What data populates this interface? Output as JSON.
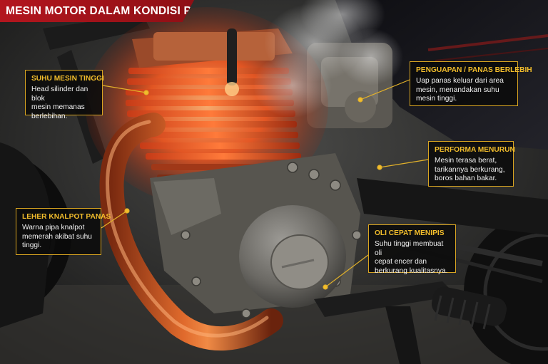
{
  "title": "MESIN MOTOR DALAM KONDISI PANAS",
  "colors": {
    "banner_red": "#b3161e",
    "callout_border": "#d9a521",
    "callout_heading": "#f2bd2c",
    "callout_text": "#f1f1f1",
    "engine_glow": "#ff5a1f"
  },
  "callouts": [
    {
      "heading": "SUHU MESIN TINGGI",
      "lines": [
        "Head silinder dan blok",
        "mesin memanas",
        "berlebihan."
      ]
    },
    {
      "heading": "PENGUAPAN / PANAS BERLEBIH",
      "lines": [
        "Uap panas keluar dari area",
        "mesin, menandakan suhu",
        "mesin tinggi."
      ]
    },
    {
      "heading": "PERFORMA MENURUN",
      "lines": [
        "Mesin terasa berat,",
        "tarikannya berkurang,",
        "boros bahan bakar."
      ]
    },
    {
      "heading": "LEHER KNALPOT PANAS",
      "lines": [
        "Warna pipa knalpot",
        "memerah akibat suhu",
        "tinggi."
      ]
    },
    {
      "heading": "OLI CEPAT MENIPIS",
      "lines": [
        "Suhu tinggi membuat oli",
        "cepat encer dan",
        "berkurang kualitasnya."
      ]
    }
  ]
}
